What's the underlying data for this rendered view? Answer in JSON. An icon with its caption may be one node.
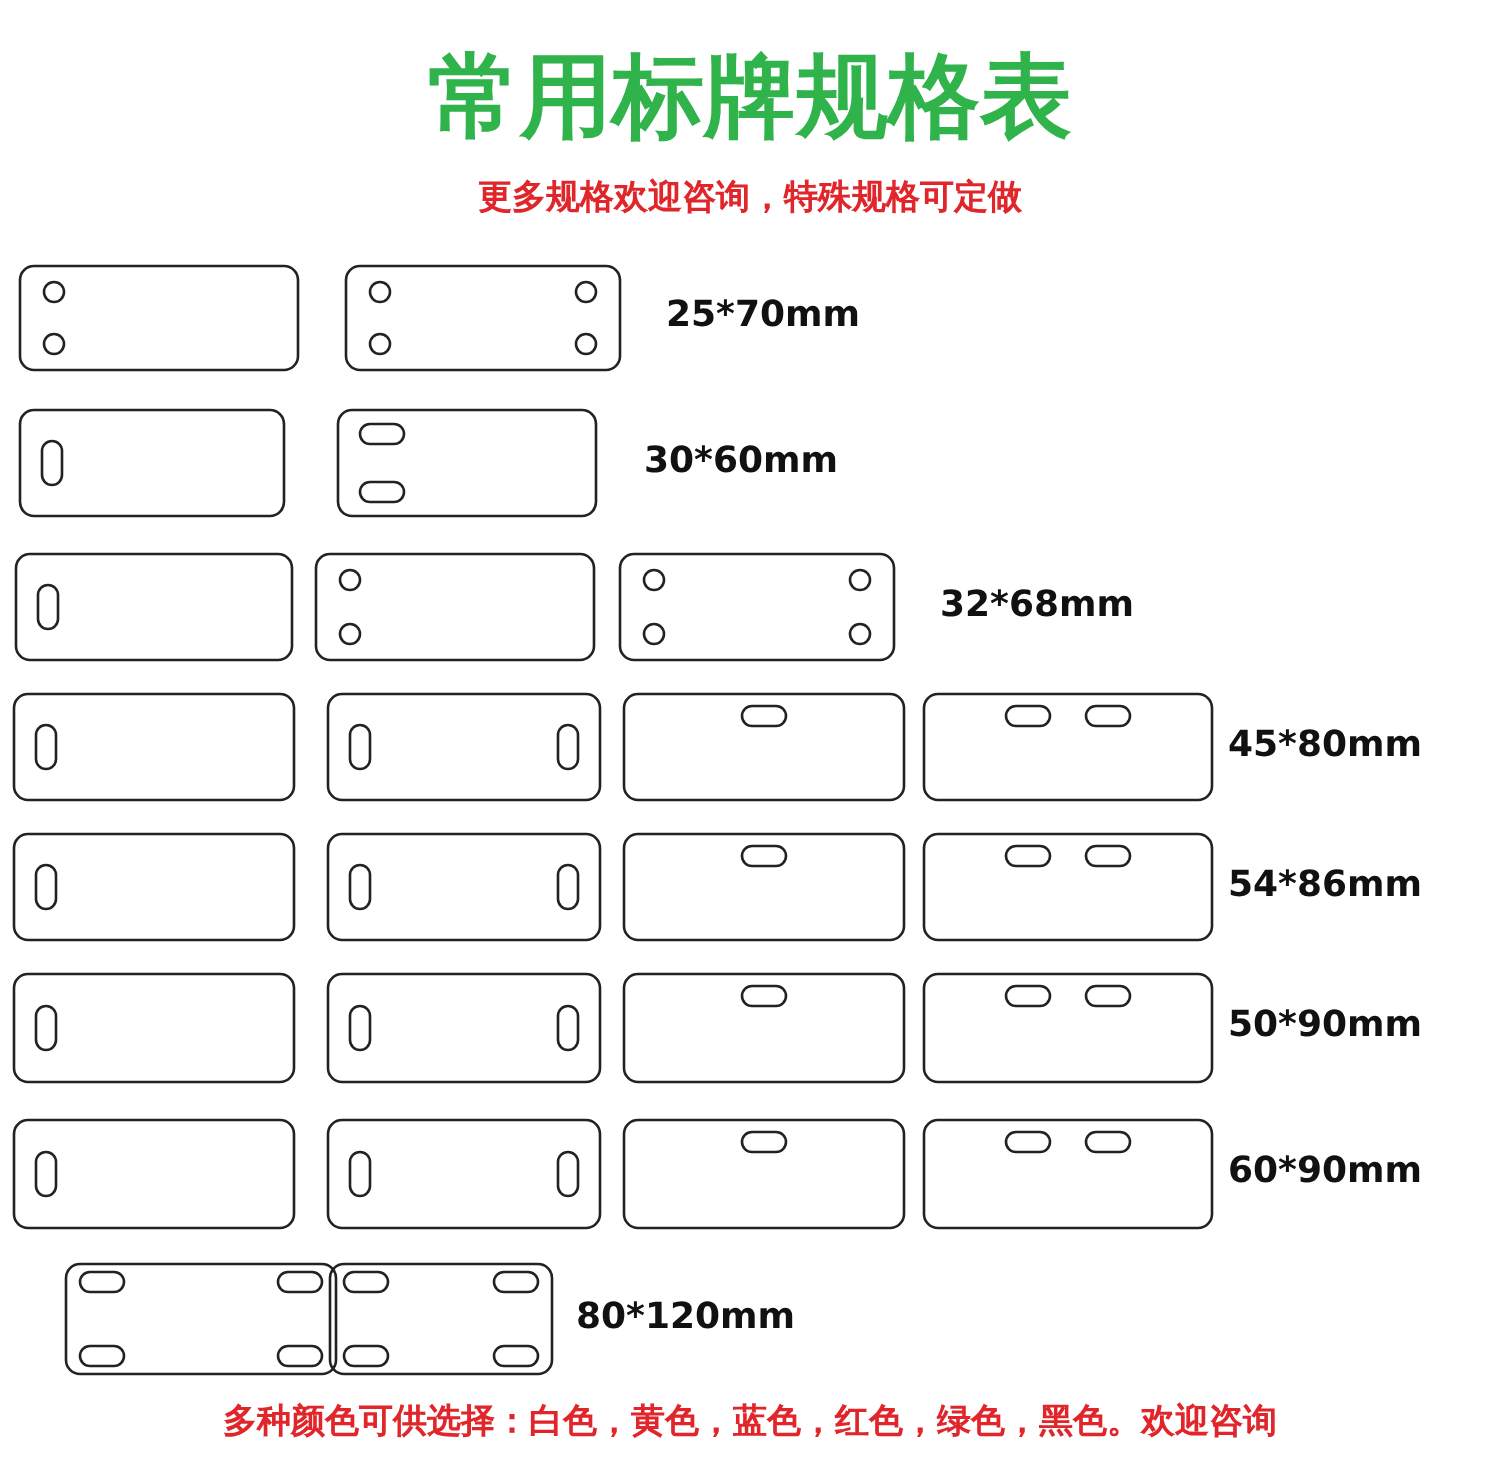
{
  "diagram": {
    "title": "常用标牌规格表",
    "labels": [
      "更多规格欢迎咨询，特殊规格可定做",
      "25*70mm",
      "30*60mm",
      "32*68mm",
      "45*80mm",
      "54*86mm",
      "50*90mm",
      "60*90mm",
      "80*120mm",
      "多种颜色可供选择：白色，黄色，蓝色，红色，绿色，黑色。欢迎咨询"
    ]
  }
}
